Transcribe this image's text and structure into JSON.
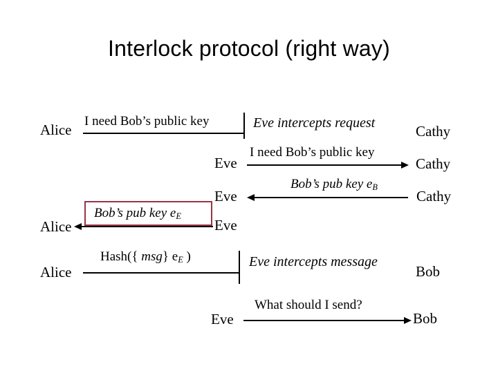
{
  "slide": {
    "title": "Interlock protocol (right way)",
    "accent_color": "#993344",
    "line_color": "#000000",
    "background_color": "#ffffff"
  },
  "actors": {
    "alice": "Alice",
    "eve": "Eve",
    "cathy": "Cathy",
    "bob": "Bob"
  },
  "steps": [
    {
      "id": "step-1",
      "from": "Alice",
      "to": "Cathy",
      "message": "I need Bob’s public key",
      "note": "Eve intercepts request",
      "blocked": true,
      "direction": "right"
    },
    {
      "id": "step-2",
      "from": "Eve",
      "to": "Cathy",
      "message": "I need Bob’s public key",
      "direction": "right"
    },
    {
      "id": "step-3",
      "from": "Cathy",
      "to": "Eve",
      "message_prefix": "Bob’s pub key e",
      "message_subscript": "B",
      "direction": "left"
    },
    {
      "id": "step-4",
      "from": "Eve",
      "to": "Alice",
      "message_prefix": "Bob’s pub key e",
      "message_subscript": "E",
      "direction": "left",
      "highlighted": true
    },
    {
      "id": "step-5",
      "from": "Alice",
      "to": "Bob",
      "message_prefix": "Hash({ ",
      "message_italic": "msg",
      "message_mid": "} e",
      "message_subscript": "E",
      "message_suffix": " )",
      "note": "Eve intercepts message",
      "blocked": true,
      "direction": "right"
    },
    {
      "id": "step-6",
      "from": "Eve",
      "to": "Bob",
      "message": "What should I send?",
      "direction": "right"
    }
  ],
  "labels": {
    "step1_left_actor": "Alice",
    "step1_message": "I need Bob’s public key",
    "step1_note": "Eve intercepts request",
    "step1_right_actor": "Cathy",
    "step2_left_actor": "Eve",
    "step2_message": "I need Bob’s public key",
    "step2_right_actor": "Cathy",
    "step3_left_actor": "Eve",
    "step3_message_prefix": "Bob’s pub key e",
    "step3_message_sub": "B",
    "step3_right_actor": "Cathy",
    "step4_left_actor": "Alice",
    "step4_message_prefix": "Bob’s pub key e",
    "step4_message_sub": "E",
    "step4_right_actor": "Eve",
    "step5_left_actor": "Alice",
    "step5_message_a": "Hash({ ",
    "step5_message_italic": "msg",
    "step5_message_b": "} e",
    "step5_message_sub": "E",
    "step5_message_c": " )",
    "step5_note": "Eve intercepts message",
    "step5_right_actor": "Bob",
    "step6_left_actor": "Eve",
    "step6_message": "What should I send?",
    "step6_right_actor": "Bob"
  }
}
